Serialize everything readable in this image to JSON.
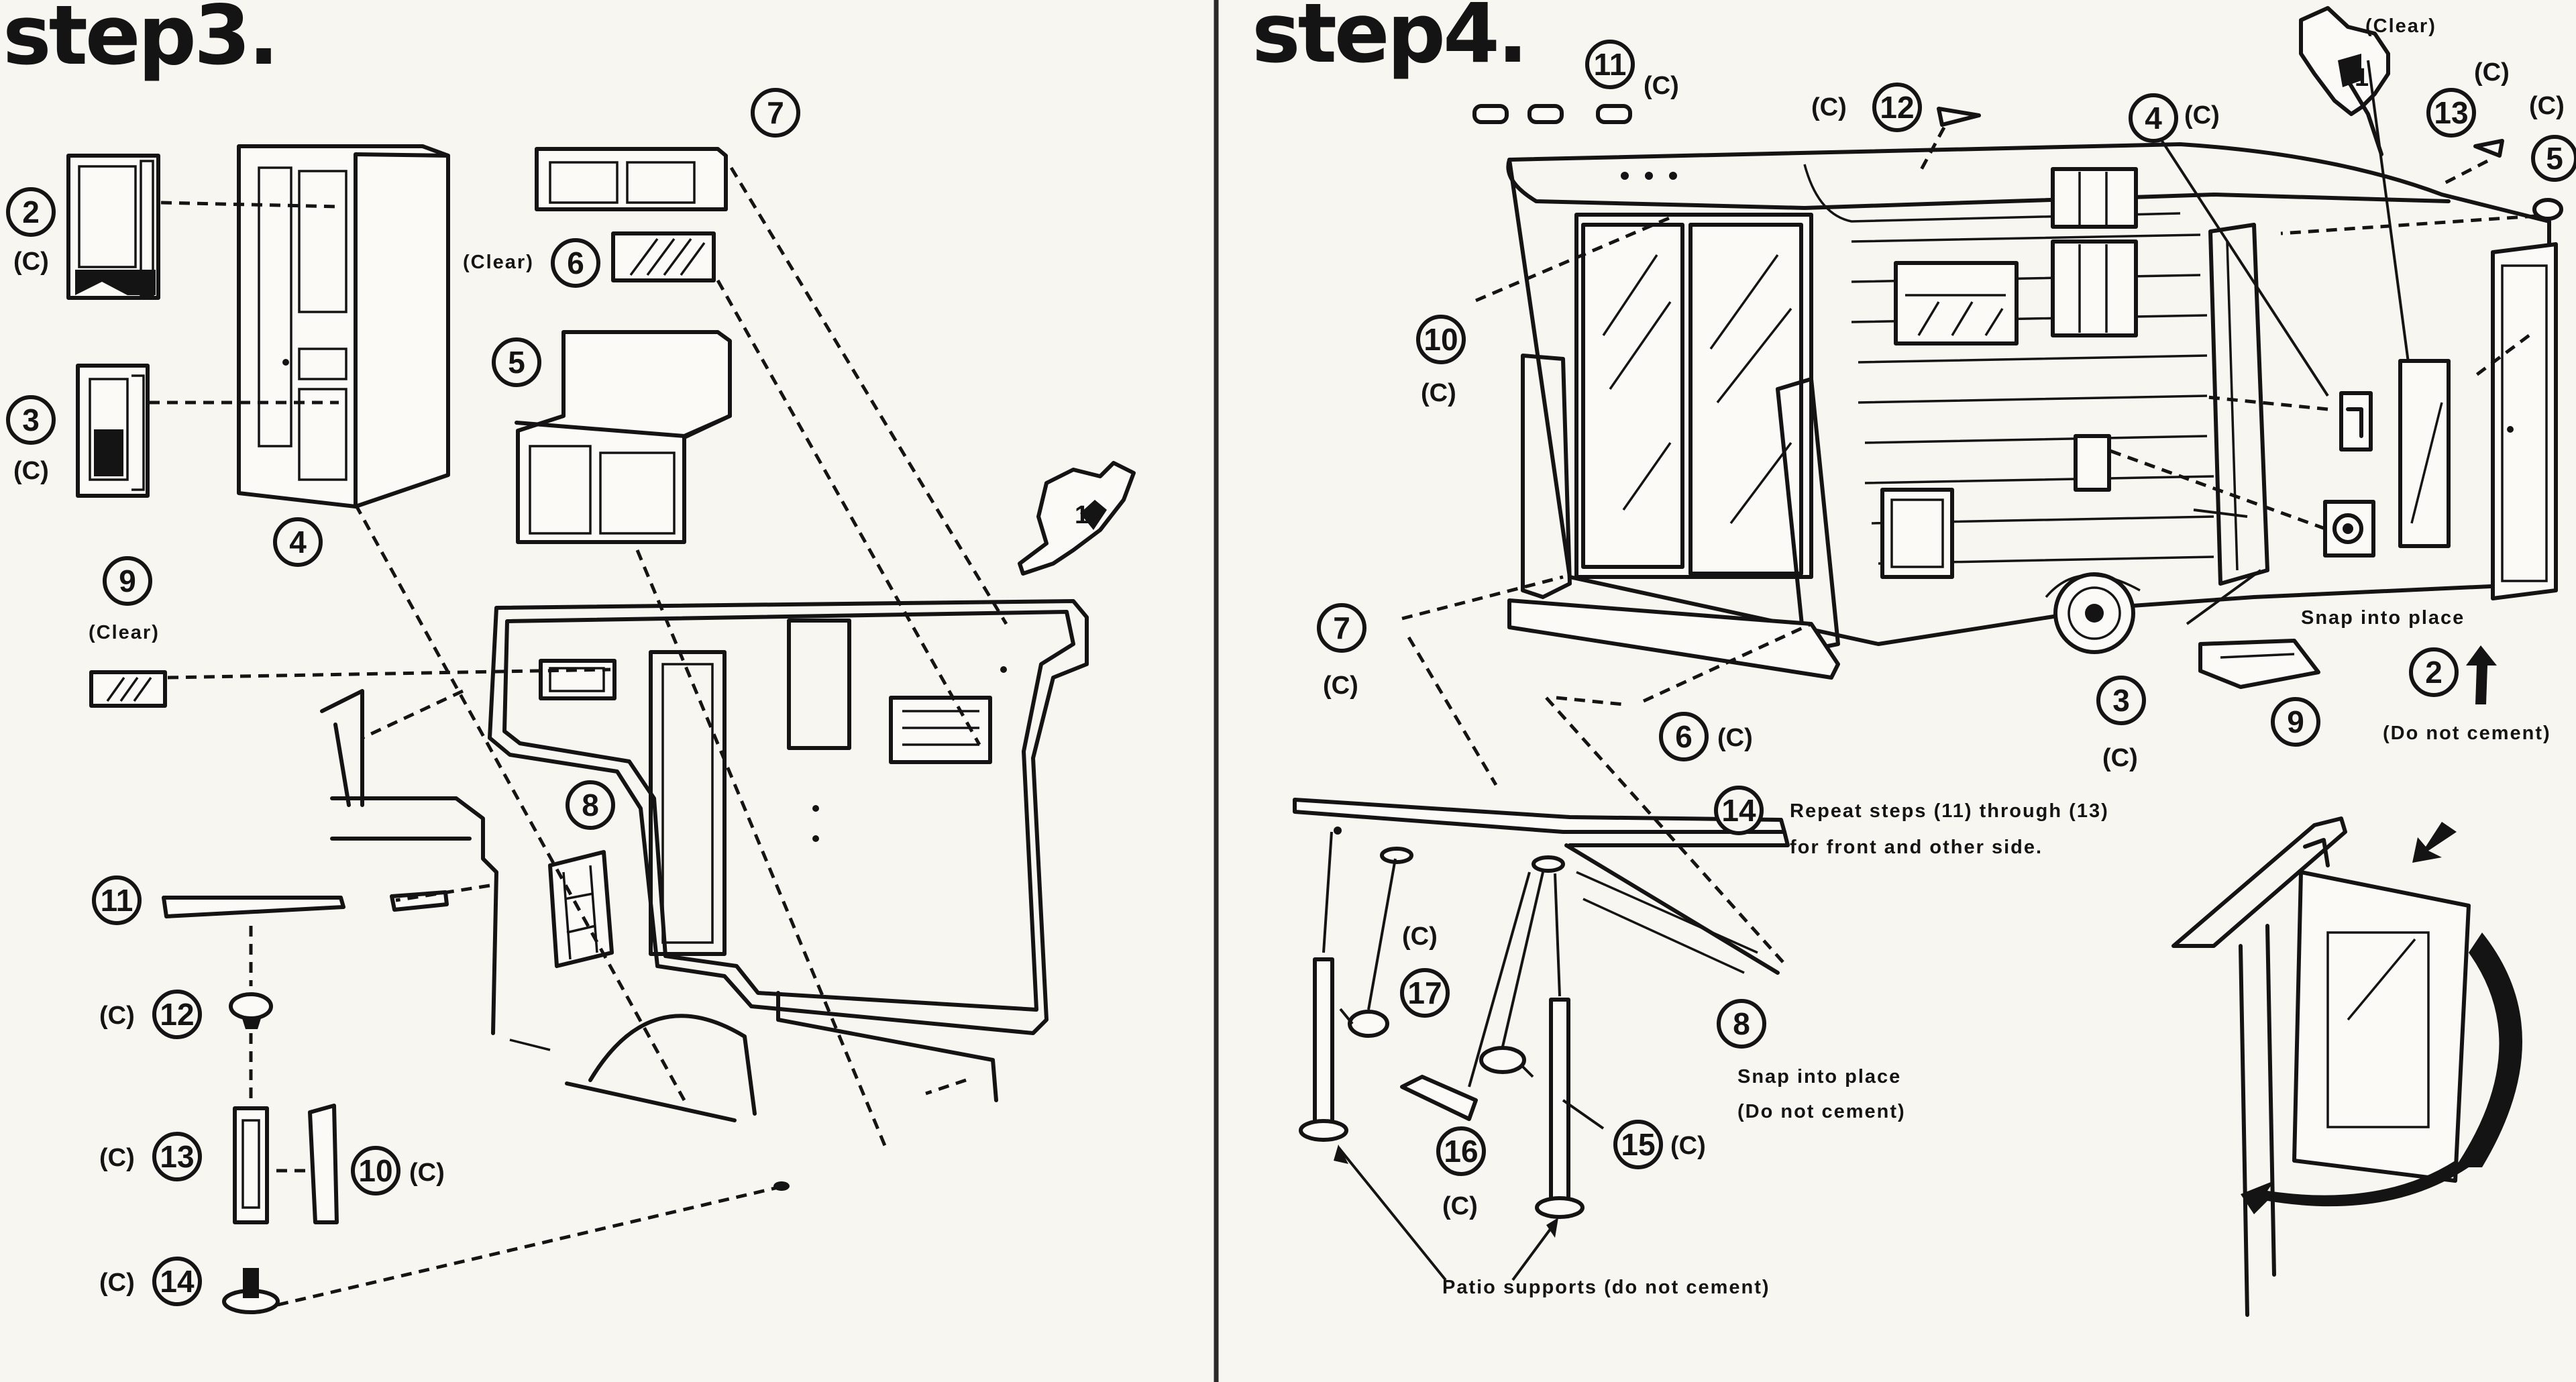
{
  "left_step": {
    "title": "step3.",
    "callouts": [
      {
        "num": "2",
        "note": "(C)"
      },
      {
        "num": "3",
        "note": "(C)"
      },
      {
        "num": "4",
        "note": ""
      },
      {
        "num": "5",
        "note": ""
      },
      {
        "num": "6",
        "note": "(Clear)"
      },
      {
        "num": "7",
        "note": ""
      },
      {
        "num": "8",
        "note": ""
      },
      {
        "num": "9",
        "note": "(Clear)"
      },
      {
        "num": "10",
        "note": "(C)"
      },
      {
        "num": "11",
        "note": ""
      },
      {
        "num": "12",
        "note": "(C)"
      },
      {
        "num": "13",
        "note": "(C)"
      },
      {
        "num": "14",
        "note": "(C)"
      }
    ],
    "hand_number": "1"
  },
  "right_step": {
    "title": "step4.",
    "callouts": [
      {
        "num": "11",
        "note": "(C)"
      },
      {
        "num": "12",
        "note": "(C)"
      },
      {
        "num": "4",
        "note": "(C)"
      },
      {
        "num": "13",
        "note": "(C)"
      },
      {
        "num": "5",
        "note": "(C)"
      },
      {
        "num": "10",
        "note": "(C)"
      },
      {
        "num": "7",
        "note": "(C)"
      },
      {
        "num": "6",
        "note": "(C)"
      },
      {
        "num": "3",
        "note": "(C)"
      },
      {
        "num": "9",
        "note": ""
      },
      {
        "num": "2",
        "note": "(Do not cement)"
      },
      {
        "num": "14",
        "note": ""
      },
      {
        "num": "8",
        "note": ""
      },
      {
        "num": "17",
        "note": "(C)"
      },
      {
        "num": "16",
        "note": "(C)"
      },
      {
        "num": "15",
        "note": "(C)"
      }
    ],
    "hand_label": "(Clear)",
    "hand_number": "1",
    "captions": {
      "snap_door": "Snap into place",
      "repeat_1": "Repeat steps (11) through (13)",
      "repeat_2": "for front and other side.",
      "snap_patio": "Snap into place",
      "patio_no_cement": "(Do not cement)",
      "patio_supports": "Patio supports (do not cement)"
    }
  }
}
